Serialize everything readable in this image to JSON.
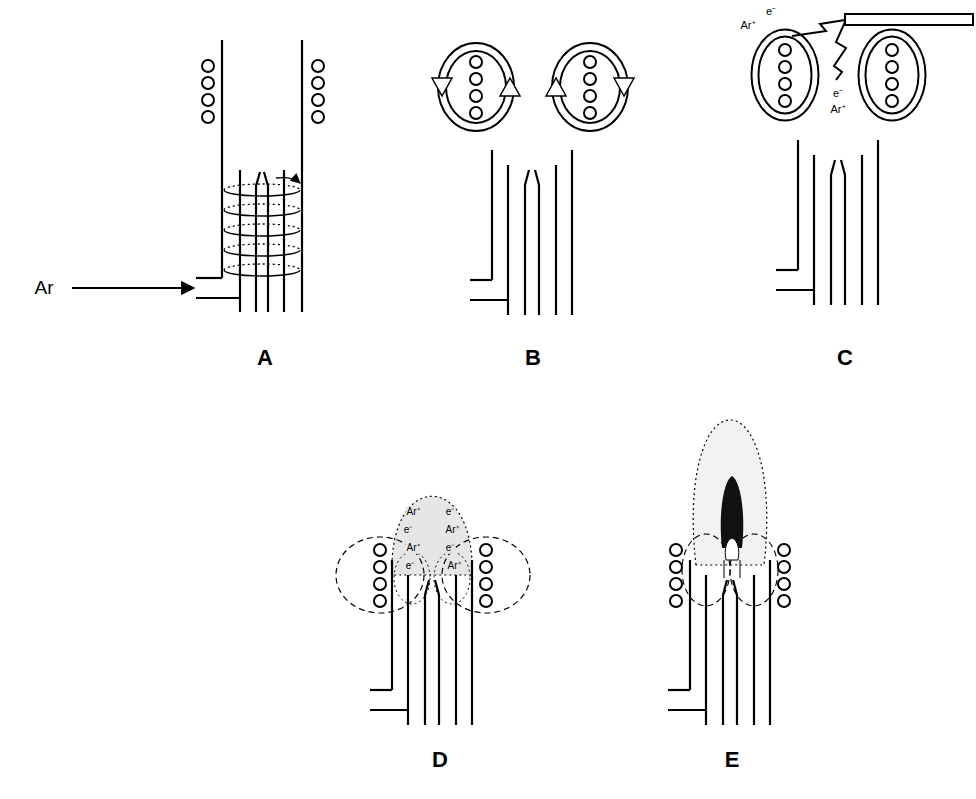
{
  "diagram": {
    "labels": [
      "Ar",
      "A",
      "B",
      "Ar⁺",
      "e⁻",
      "e⁻",
      "Ar⁺",
      "C",
      "Ar⁺",
      "e⁻",
      "e⁻",
      "Ar⁺",
      "Ar⁺",
      "e⁻",
      "e⁻",
      "Ar⁺",
      "D",
      "E"
    ]
  }
}
